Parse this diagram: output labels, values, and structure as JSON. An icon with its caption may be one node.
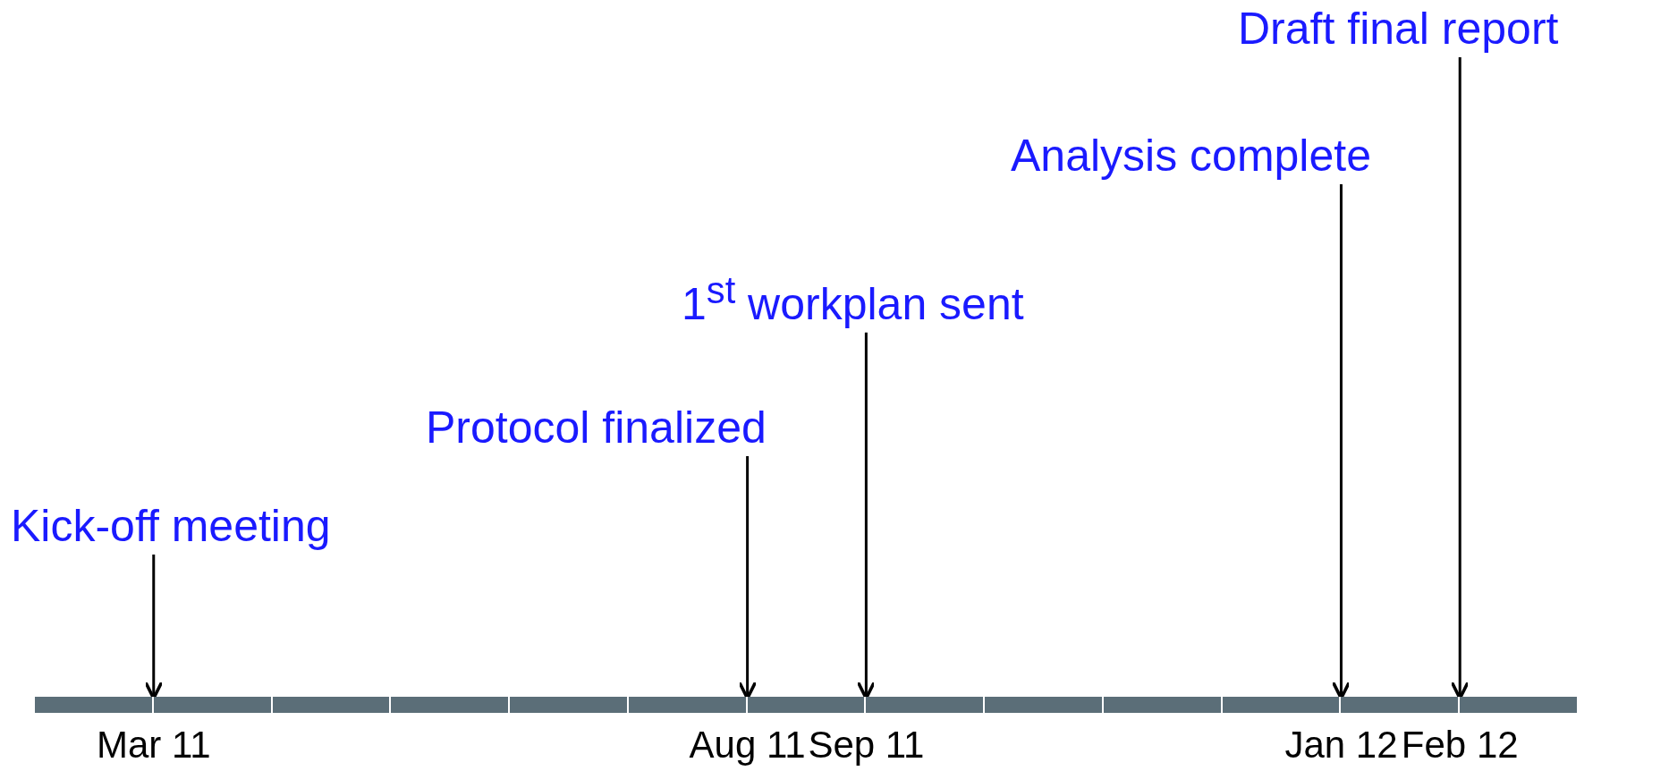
{
  "diagram": {
    "nodes": [
      {
        "text": [
          "Kick-off meeting"
        ]
      },
      {
        "text": [
          "Protocol finalized"
        ]
      },
      {
        "text": [
          "1$^{st}$ workplan sent"
        ]
      },
      {
        "text": [
          "Analysis complete"
        ]
      },
      {
        "text": [
          "Draft final report"
        ]
      },
      {
        "text": [],
        "shape": "bar"
      }
    ],
    "edges": [
      {
        "from": 0,
        "to": 5,
        "arrow": "to"
      },
      {
        "from": 1,
        "to": 5,
        "arrow": "to"
      },
      {
        "from": 2,
        "to": 5,
        "arrow": "to"
      },
      {
        "from": 3,
        "to": 5,
        "arrow": "to"
      },
      {
        "from": 4,
        "to": 5,
        "arrow": "to"
      }
    ],
    "labels": [
      "Mar 11",
      "Aug 11",
      "Sep 11",
      "Jan 12",
      "Feb 12"
    ]
  }
}
